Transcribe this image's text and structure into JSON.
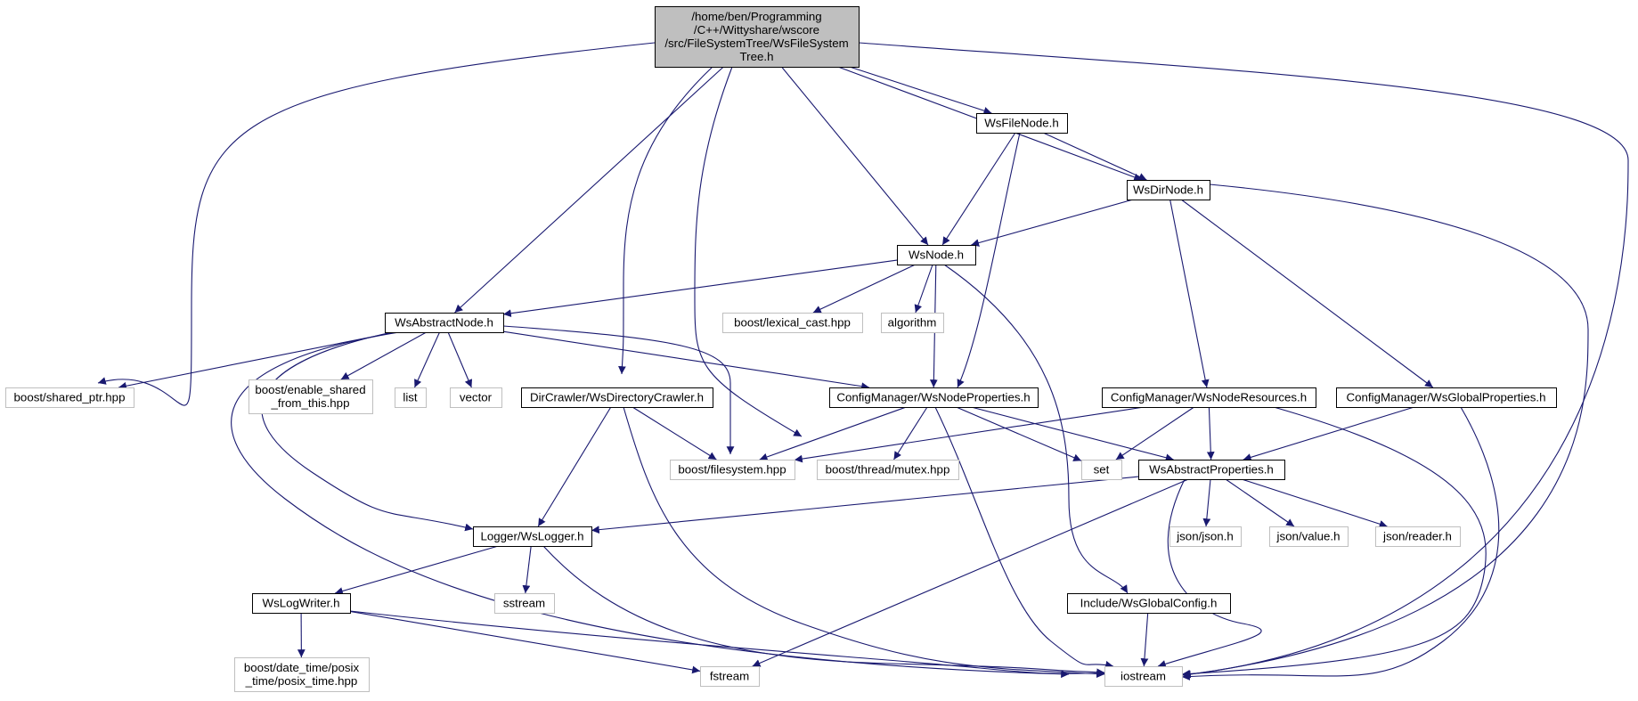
{
  "nodes": [
    {
      "id": "root",
      "kind": "root",
      "lines": [
        "/home/ben/Programming",
        "/C++/Wittyshare/wscore",
        "/src/FileSystemTree/WsFileSystem",
        "Tree.h"
      ]
    },
    {
      "id": "wsfilenode",
      "kind": "doc",
      "lines": [
        "WsFileNode.h"
      ]
    },
    {
      "id": "wsdirnode",
      "kind": "doc",
      "lines": [
        "WsDirNode.h"
      ]
    },
    {
      "id": "wsnode",
      "kind": "doc",
      "lines": [
        "WsNode.h"
      ]
    },
    {
      "id": "lexical",
      "kind": "sys",
      "lines": [
        "boost/lexical_cast.hpp"
      ]
    },
    {
      "id": "algorithm",
      "kind": "sys",
      "lines": [
        "algorithm"
      ]
    },
    {
      "id": "wsabstractnode",
      "kind": "doc",
      "lines": [
        "WsAbstractNode.h"
      ]
    },
    {
      "id": "sharedptr",
      "kind": "sys",
      "lines": [
        "boost/shared_ptr.hpp"
      ]
    },
    {
      "id": "enableshared",
      "kind": "sys",
      "lines": [
        "boost/enable_shared",
        "_from_this.hpp"
      ]
    },
    {
      "id": "list",
      "kind": "sys",
      "lines": [
        "list"
      ]
    },
    {
      "id": "vector",
      "kind": "sys",
      "lines": [
        "vector"
      ]
    },
    {
      "id": "dircrawler",
      "kind": "doc",
      "lines": [
        "DirCrawler/WsDirectoryCrawler.h"
      ]
    },
    {
      "id": "nodeprops",
      "kind": "doc",
      "lines": [
        "ConfigManager/WsNodeProperties.h"
      ]
    },
    {
      "id": "noderes",
      "kind": "doc",
      "lines": [
        "ConfigManager/WsNodeResources.h"
      ]
    },
    {
      "id": "globalprops",
      "kind": "doc",
      "lines": [
        "ConfigManager/WsGlobalProperties.h"
      ]
    },
    {
      "id": "filesystem",
      "kind": "sys",
      "lines": [
        "boost/filesystem.hpp"
      ]
    },
    {
      "id": "mutex",
      "kind": "sys",
      "lines": [
        "boost/thread/mutex.hpp"
      ]
    },
    {
      "id": "set",
      "kind": "sys",
      "lines": [
        "set"
      ]
    },
    {
      "id": "abstractprops",
      "kind": "doc",
      "lines": [
        "WsAbstractProperties.h"
      ]
    },
    {
      "id": "logger",
      "kind": "doc",
      "lines": [
        "Logger/WsLogger.h"
      ]
    },
    {
      "id": "jsonjson",
      "kind": "sys",
      "lines": [
        "json/json.h"
      ]
    },
    {
      "id": "jsonvalue",
      "kind": "sys",
      "lines": [
        "json/value.h"
      ]
    },
    {
      "id": "jsonreader",
      "kind": "sys",
      "lines": [
        "json/reader.h"
      ]
    },
    {
      "id": "logwriter",
      "kind": "doc",
      "lines": [
        "WsLogWriter.h"
      ]
    },
    {
      "id": "sstream",
      "kind": "sys",
      "lines": [
        "sstream"
      ]
    },
    {
      "id": "globalconfig",
      "kind": "doc",
      "lines": [
        "Include/WsGlobalConfig.h"
      ]
    },
    {
      "id": "posixtime",
      "kind": "sys",
      "lines": [
        "boost/date_time/posix",
        "_time/posix_time.hpp"
      ]
    },
    {
      "id": "fstream",
      "kind": "sys",
      "lines": [
        "fstream"
      ]
    },
    {
      "id": "iostream",
      "kind": "sys",
      "lines": [
        "iostream"
      ]
    }
  ],
  "edges": [
    [
      "root",
      "sharedptr"
    ],
    [
      "root",
      "wsabstractnode"
    ],
    [
      "root",
      "dircrawler"
    ],
    [
      "root",
      "mutex"
    ],
    [
      "root",
      "wsnode"
    ],
    [
      "root",
      "wsfilenode"
    ],
    [
      "root",
      "wsdirnode"
    ],
    [
      "root",
      "iostream"
    ],
    [
      "wsfilenode",
      "wsdirnode"
    ],
    [
      "wsfilenode",
      "wsnode"
    ],
    [
      "wsfilenode",
      "nodeprops"
    ],
    [
      "wsdirnode",
      "wsnode"
    ],
    [
      "wsdirnode",
      "noderes"
    ],
    [
      "wsdirnode",
      "globalprops"
    ],
    [
      "wsdirnode",
      "iostream"
    ],
    [
      "wsnode",
      "wsabstractnode"
    ],
    [
      "wsnode",
      "lexical"
    ],
    [
      "wsnode",
      "algorithm"
    ],
    [
      "wsnode",
      "nodeprops"
    ],
    [
      "wsnode",
      "globalconfig"
    ],
    [
      "wsabstractnode",
      "sharedptr"
    ],
    [
      "wsabstractnode",
      "enableshared"
    ],
    [
      "wsabstractnode",
      "list"
    ],
    [
      "wsabstractnode",
      "vector"
    ],
    [
      "wsabstractnode",
      "filesystem"
    ],
    [
      "wsabstractnode",
      "nodeprops"
    ],
    [
      "wsabstractnode",
      "logger"
    ],
    [
      "wsabstractnode",
      "iostream"
    ],
    [
      "dircrawler",
      "filesystem"
    ],
    [
      "dircrawler",
      "logger"
    ],
    [
      "dircrawler",
      "iostream"
    ],
    [
      "nodeprops",
      "filesystem"
    ],
    [
      "nodeprops",
      "mutex"
    ],
    [
      "nodeprops",
      "set"
    ],
    [
      "nodeprops",
      "abstractprops"
    ],
    [
      "nodeprops",
      "iostream"
    ],
    [
      "noderes",
      "filesystem"
    ],
    [
      "noderes",
      "set"
    ],
    [
      "noderes",
      "abstractprops"
    ],
    [
      "noderes",
      "iostream"
    ],
    [
      "globalprops",
      "abstractprops"
    ],
    [
      "globalprops",
      "iostream"
    ],
    [
      "abstractprops",
      "logger"
    ],
    [
      "abstractprops",
      "jsonjson"
    ],
    [
      "abstractprops",
      "jsonvalue"
    ],
    [
      "abstractprops",
      "jsonreader"
    ],
    [
      "abstractprops",
      "fstream"
    ],
    [
      "abstractprops",
      "iostream"
    ],
    [
      "logger",
      "logwriter"
    ],
    [
      "logger",
      "sstream"
    ],
    [
      "logger",
      "iostream"
    ],
    [
      "logwriter",
      "posixtime"
    ],
    [
      "logwriter",
      "fstream"
    ],
    [
      "logwriter",
      "iostream"
    ],
    [
      "globalconfig",
      "iostream"
    ]
  ]
}
